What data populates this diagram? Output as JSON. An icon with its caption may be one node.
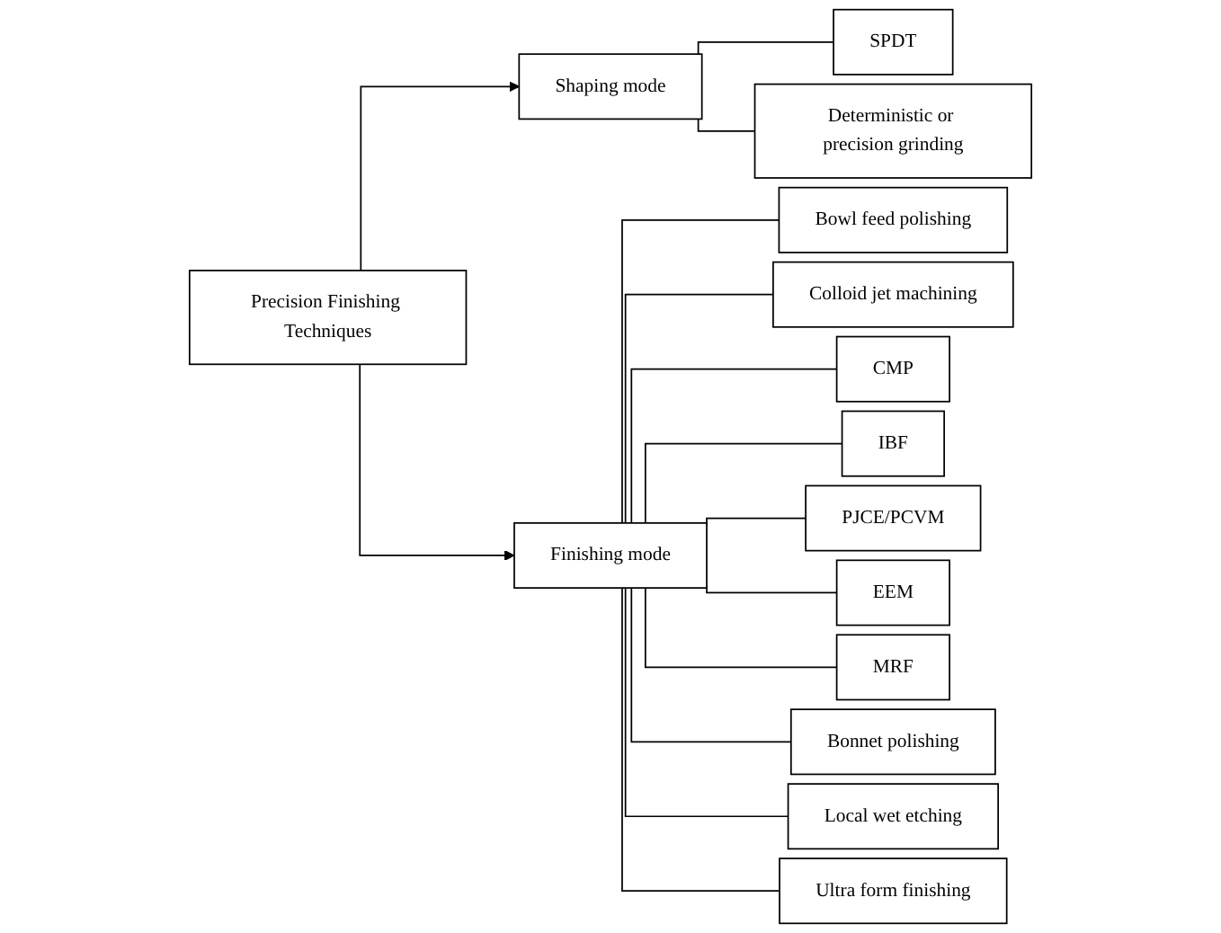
{
  "diagram": {
    "nodes": [
      {
        "text": [
          "Precision Finishing Techniques"
        ]
      },
      {
        "text": [
          "Shaping mode"
        ]
      },
      {
        "text": [
          "Finishing mode"
        ]
      },
      {
        "text": [
          "SPDT"
        ]
      },
      {
        "text": [
          "Deterministic or precision grinding"
        ]
      },
      {
        "text": [
          "Bowl feed polishing"
        ]
      },
      {
        "text": [
          "Colloid jet machining"
        ]
      },
      {
        "text": [
          "CMP"
        ]
      },
      {
        "text": [
          "IBF"
        ]
      },
      {
        "text": [
          "PJCE/PCVM"
        ]
      },
      {
        "text": [
          "EEM"
        ]
      },
      {
        "text": [
          "MRF"
        ]
      },
      {
        "text": [
          "Bonnet polishing"
        ]
      },
      {
        "text": [
          "Local wet etching"
        ]
      },
      {
        "text": [
          "Ultra form finishing"
        ]
      }
    ],
    "edges": [
      {
        "from": 0,
        "to": 1,
        "arrow": "to"
      },
      {
        "from": 0,
        "to": 2,
        "arrow": "to"
      },
      {
        "from": 1,
        "to": 3,
        "arrow": "none"
      },
      {
        "from": 1,
        "to": 4,
        "arrow": "none"
      },
      {
        "from": 2,
        "to": 5,
        "arrow": "none"
      },
      {
        "from": 2,
        "to": 6,
        "arrow": "none"
      },
      {
        "from": 2,
        "to": 7,
        "arrow": "none"
      },
      {
        "from": 2,
        "to": 8,
        "arrow": "none"
      },
      {
        "from": 2,
        "to": 9,
        "arrow": "none"
      },
      {
        "from": 2,
        "to": 10,
        "arrow": "none"
      },
      {
        "from": 2,
        "to": 11,
        "arrow": "none"
      },
      {
        "from": 2,
        "to": 12,
        "arrow": "none"
      },
      {
        "from": 2,
        "to": 13,
        "arrow": "none"
      },
      {
        "from": 2,
        "to": 14,
        "arrow": "none"
      }
    ]
  }
}
